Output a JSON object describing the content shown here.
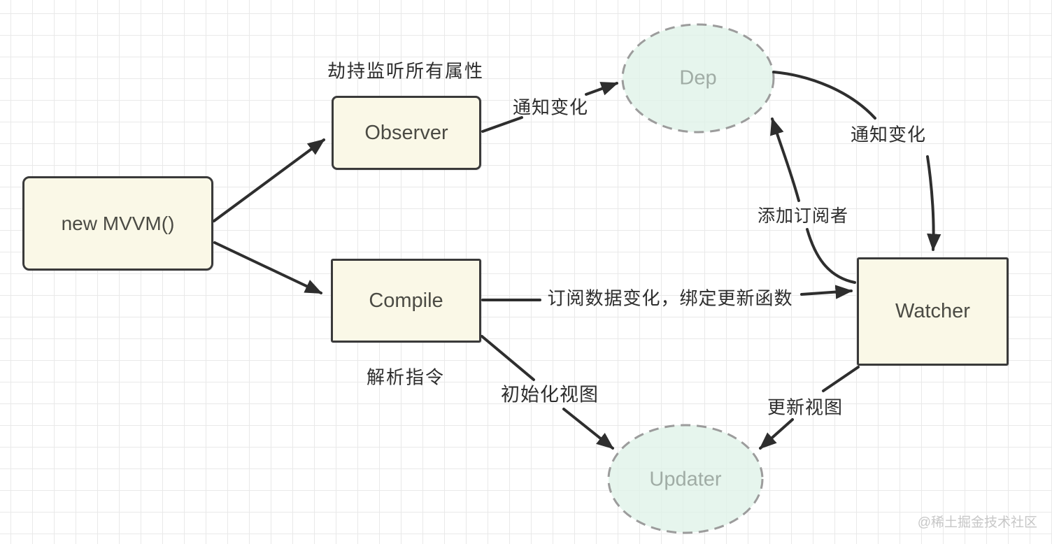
{
  "diagram": {
    "nodes": {
      "mvvm": "new MVVM()",
      "observer": "Observer",
      "compile": "Compile",
      "dep": "Dep",
      "watcher": "Watcher",
      "updater": "Updater"
    },
    "notes": {
      "observer": "劫持监听所有属性",
      "compile": "解析指令"
    },
    "edges": [
      {
        "from": "new MVVM()",
        "to": "Observer",
        "label": ""
      },
      {
        "from": "new MVVM()",
        "to": "Compile",
        "label": ""
      },
      {
        "from": "Observer",
        "to": "Dep",
        "label": "通知变化"
      },
      {
        "from": "Dep",
        "to": "Watcher",
        "label": "通知变化"
      },
      {
        "from": "Watcher",
        "to": "Dep",
        "label": "添加订阅者"
      },
      {
        "from": "Compile",
        "to": "Watcher",
        "label": "订阅数据变化，绑定更新函数"
      },
      {
        "from": "Compile",
        "to": "Updater",
        "label": "初始化视图"
      },
      {
        "from": "Watcher",
        "to": "Updater",
        "label": "更新视图"
      }
    ],
    "colors": {
      "node_fill": "#faf8e7",
      "node_border": "#3a3a3a",
      "node_text": "#4b4b44",
      "ellipse_fill": "#e8f4ec",
      "ellipse_border": "#9c9c9c",
      "ellipse_text": "#a0aca5",
      "arrow": "#2e2e2e",
      "label_text": "#2d2d2d",
      "grid_line": "#e9e9e9",
      "watermark_text": "#c7c7c7"
    },
    "watermark": "@稀土掘金技术社区"
  }
}
